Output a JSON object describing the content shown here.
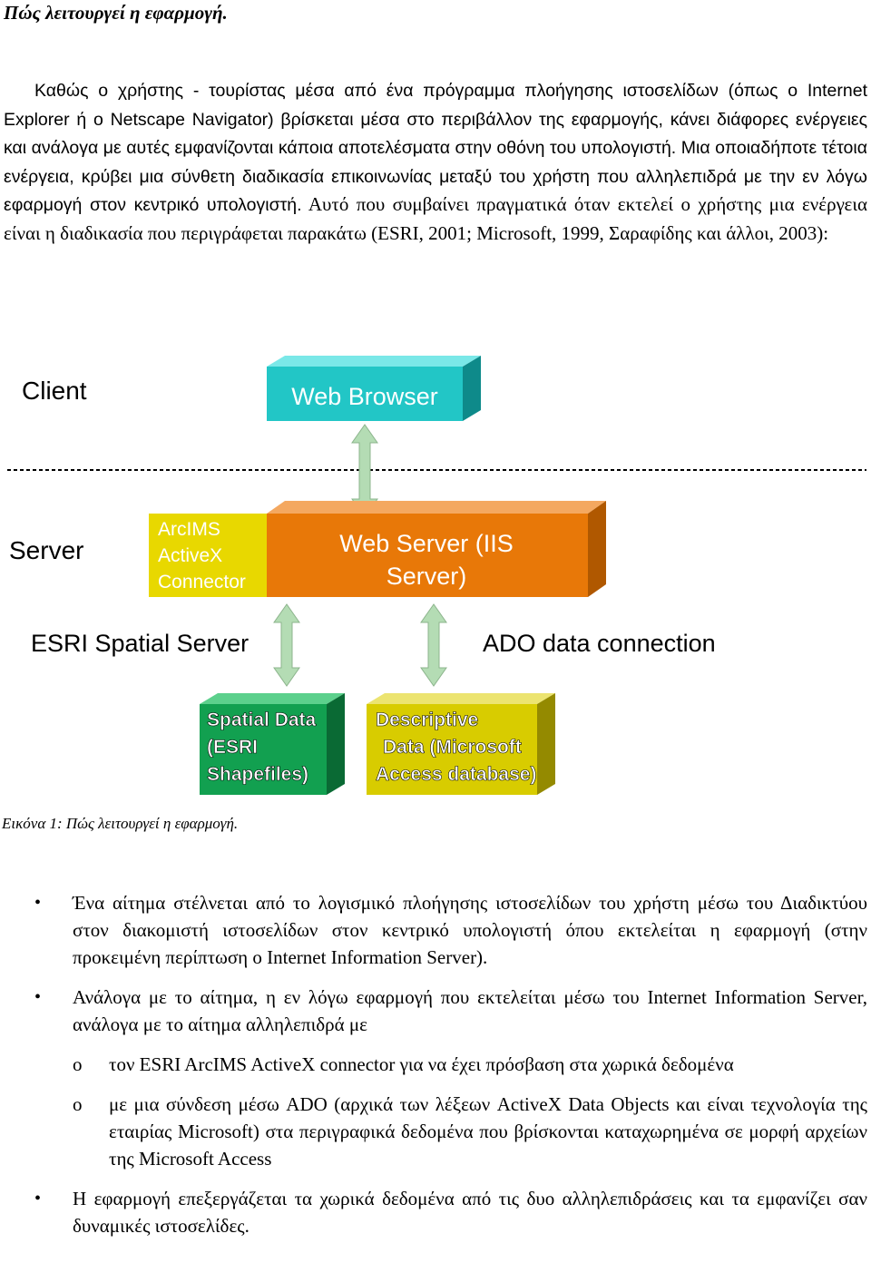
{
  "heading": "Πώς λειτουργεί η εφαρμογή.",
  "intro": {
    "part1": "Καθώς ο χρήστης - τουρίστας μέσα από ένα πρόγραμμα πλοήγησης ιστοσελίδων (όπως ο Internet Explorer ή ο Netscape Navigator) βρίσκεται μέσα στο περιβάλλον της εφαρμογής, κάνει διάφορες ενέργειες και ανάλογα με αυτές εμφανίζονται κάποια αποτελέσματα στην οθόνη του υπολογιστή. Μια οποιαδήποτε τέτοια ενέργεια, κρύβει μια σύνθετη διαδικασία επικοινωνίας μεταξύ του χρήστη που αλληλεπιδρά με την εν λόγω εφαρμογή στον κεντρικό υπολογιστή.",
    "part2": " Αυτό που συμβαίνει πραγματικά όταν εκτελεί ο χρήστης μια ενέργεια είναι η διαδικασία που περιγράφεται παρακάτω (ESRI, 2001; Microsoft, 1999, Σαραφίδης και άλλοι, 2003):"
  },
  "diagram": {
    "client_label": "Client",
    "server_label": "Server",
    "web_browser": "Web Browser",
    "connector_lines": [
      "ArcIMS",
      "ActiveX",
      "Connector"
    ],
    "web_server_lines": [
      "Web Server (IIS",
      "Server)"
    ],
    "spatial_server_label": "ESRI Spatial Server",
    "ado_label": "ADO data connection",
    "spatial_data_lines": [
      "Spatial Data",
      "(ESRI",
      "Shapefiles)"
    ],
    "descriptive_lines": [
      "Descriptive",
      "Data (Microsoft",
      "Access database)"
    ],
    "colors": {
      "browser": "#22c6c6",
      "connector": "#e8d800",
      "web_server": "#e87808",
      "spatial_data": "#12a050",
      "descriptive": "#d8cc00",
      "arrow": "#b4dcb4"
    }
  },
  "caption": "Εικόνα 1: Πώς λειτουργεί η εφαρμογή.",
  "bullets": [
    "Ένα αίτημα στέλνεται από το λογισμικό πλοήγησης ιστοσελίδων του χρήστη μέσω του Διαδικτύου στον διακομιστή ιστοσελίδων στον κεντρικό υπολογιστή όπου εκτελείται η εφαρμογή (στην προκειμένη περίπτωση ο Internet Information Server).",
    "Ανάλογα με το αίτημα, η εν λόγω εφαρμογή που εκτελείται μέσω του Internet Information Server, ανάλογα με το αίτημα αλληλεπιδρά με",
    "Η εφαρμογή επεξεργάζεται τα χωρικά δεδομένα από  τις δυο αλληλεπιδράσεις και τα εμφανίζει σαν δυναμικές ιστοσελίδες."
  ],
  "sub_bullets": [
    "τον ESRI ArcIMS ActiveX connector για να έχει πρόσβαση στα χωρικά δεδομένα",
    "με μια σύνδεση μέσω ADO (αρχικά των λέξεων ActiveX Data Objects και είναι τεχνολογία της εταιρίας Microsoft) στα περιγραφικά δεδομένα που βρίσκονται καταχωρημένα σε μορφή αρχείων της Microsoft Access"
  ],
  "bullet_symbol": "•",
  "sub_bullet_symbol": "o"
}
